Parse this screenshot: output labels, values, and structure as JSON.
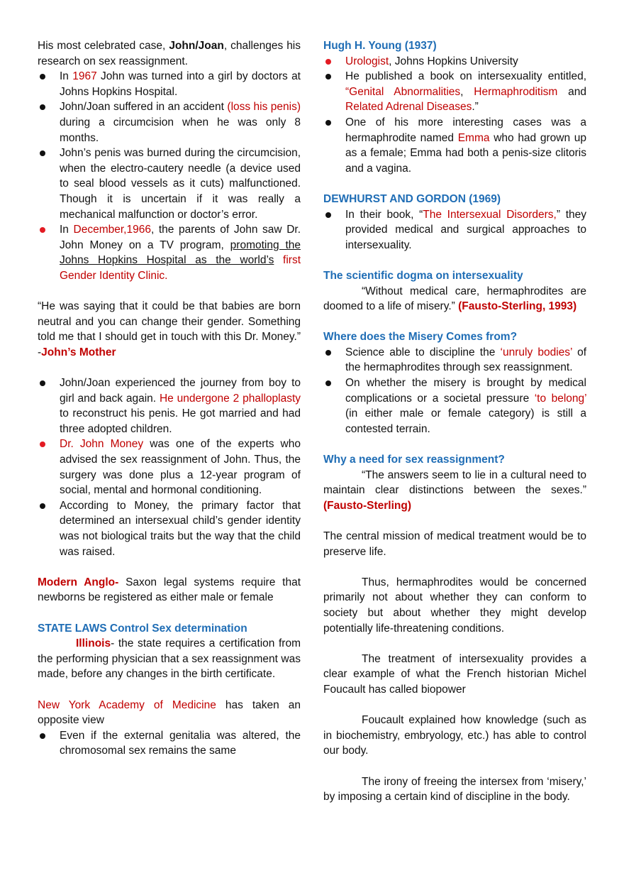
{
  "left": {
    "intro": {
      "pre": "His most celebrated case, ",
      "bold": "John/Joan",
      "post": ", challenges his research on sex reassignment."
    },
    "bullets1": [
      {
        "pre": "In ",
        "red": "1967",
        "post": " John was turned into a girl by doctors at Johns Hopkins Hospital."
      },
      {
        "pre": "John/Joan suffered in an accident ",
        "red": "(loss his penis)",
        "post": " during a circumcision when he was only 8 months."
      },
      {
        "text": "John’s penis was burned during the circumcision, when the electro-cautery needle (a device used to seal blood vessels as it cuts) malfunctioned. Though it is uncertain if it was really a mechanical malfunction or doctor’s error."
      },
      {
        "pre": "In ",
        "red": "December,1966",
        "mid": ", the parents of John saw Dr. John Money on a TV program, ",
        "underline": "promoting the Johns Hopkins Hospital as the world’s",
        "space": " ",
        "red2": "first Gender Identity Clinic."
      }
    ],
    "quote": {
      "text": "“He was saying that it could be that babies are born neutral and you can change their gender. Something told me that I should get in touch with this Dr. Money.” -",
      "attribution": "John’s Mother"
    },
    "bullets2": [
      {
        "pre": "John/Joan experienced the journey from boy to girl and back again. ",
        "red": "He undergone 2 phalloplasty",
        "post": " to reconstruct his penis. He got married and had three adopted children."
      },
      {
        "red": "Dr. John Money",
        "post": " was one of the experts who advised the sex reassignment of John. Thus, the surgery was done plus a 12-year program of social, mental and hormonal conditioning."
      },
      {
        "text": "According to Money, the primary factor that determined an intersexual child’s gender identity was not biological traits but the way that the child was raised."
      }
    ],
    "anglo": {
      "bold": "Modern Anglo-",
      "post": " Saxon legal systems require that newborns be registered as either male or female"
    },
    "state_heading": "STATE LAWS Control Sex determination",
    "illinois": {
      "bold": "Illinois",
      "post": "- the state requires a certification from the performing physician that a sex reassignment was made, before any changes in the birth certificate."
    },
    "ny": {
      "red": "New York Academy of Medicine",
      "post": " has taken an opposite view"
    },
    "ny_bullets": [
      "Even if the external genitalia was altered, the chromosomal sex remains the same"
    ]
  },
  "right": {
    "young_heading": "Hugh H. Young (1937)",
    "young_bullets": [
      {
        "red": "Urologist",
        "post": ", Johns Hopkins University"
      },
      {
        "pre": "He published a book on intersexuality entitled, ",
        "red": "“Genital Abnormalities",
        "c1": ", ",
        "red2": "Hermaphroditism",
        "c2": " and ",
        "red3": "Related Adrenal Diseases",
        "post": ".”"
      },
      {
        "pre": "One of his more interesting cases was a hermaphrodite named ",
        "red": "Emma",
        "post": " who had grown up as a female; Emma had both a penis-size clitoris and a vagina."
      }
    ],
    "dewhurst_heading": "DEWHURST AND GORDON (1969)",
    "dewhurst_bullets": [
      {
        "pre": "In their book, “",
        "red": "The Intersexual Disorders,",
        "post": "” they provided medical and surgical approaches to intersexuality."
      }
    ],
    "dogma_heading": "The scientific dogma on intersexuality",
    "dogma": {
      "text": "“Without medical care, hermaphrodites are doomed to a life of misery.” ",
      "cite": "(Fausto-Sterling, 1993)"
    },
    "misery_heading": "Where does the Misery Comes from?",
    "misery_bullets": [
      {
        "pre": "Science able to discipline the ",
        "red": "‘unruly bodies’",
        "post": " of the hermaphrodites through sex reassignment."
      },
      {
        "pre": "On whether the misery is brought by medical complications or a societal pressure ",
        "red": "‘to belong’",
        "post": " (in either male or female category) is still a contested terrain."
      }
    ],
    "why_heading": "Why a need for sex reassignment?",
    "why": {
      "text": "“The answers seem to lie in a cultural need to maintain clear distinctions between the sexes.” ",
      "cite": "(Fausto-Sterling)"
    },
    "p_mission": "The central mission of medical treatment would be to preserve life.",
    "p_thus": "Thus, hermaphrodites would be concerned primarily not about whether they can conform to society but about whether they might develop potentially life-threatening conditions.",
    "p_biopower": "The treatment of intersexuality provides a clear example of what the French historian Michel Foucault has called biopower",
    "p_foucault": "Foucault explained how knowledge (such as in biochemistry, embryology, etc.) has able to control our body.",
    "p_irony": "The irony of freeing the intersex from ‘misery,’ by imposing a certain kind of discipline in the body."
  }
}
